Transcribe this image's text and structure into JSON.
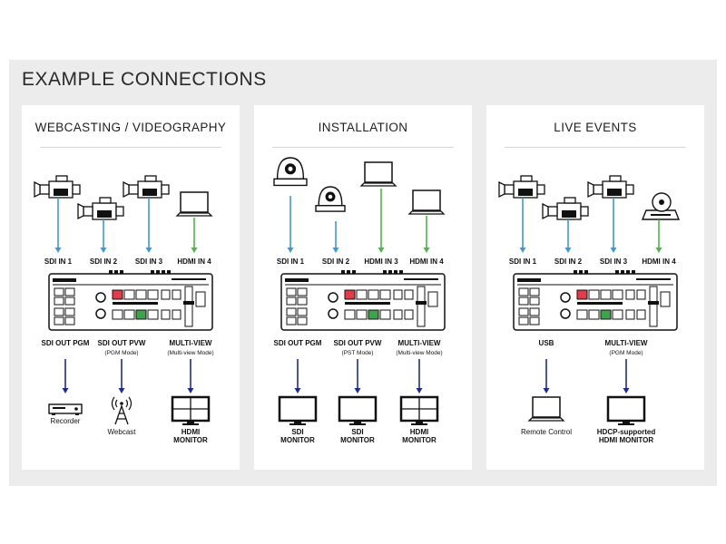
{
  "title": "EXAMPLE CONNECTIONS",
  "colors": {
    "sdi_in": "#3a9ad9",
    "hdmi_in": "#4cb848",
    "output": "#1f2a8c",
    "red": "#e03c4c",
    "green": "#3fa34d"
  },
  "panels": [
    {
      "title": "WEBCASTING / VIDEOGRAPHY",
      "inputs": [
        "SDI IN 1",
        "SDI IN 2",
        "SDI IN 3",
        "HDMI IN 4"
      ],
      "outputs": [
        {
          "label": "SDI OUT PGM",
          "sub": "",
          "device": "Recorder",
          "device2": ""
        },
        {
          "label": "SDI OUT PVW",
          "sub": "(PGM Mode)",
          "device": "Webcast",
          "device2": ""
        },
        {
          "label": "MULTI-VIEW",
          "sub": "(Multi-view Mode)",
          "device": "HDMI",
          "device2": "MONITOR"
        }
      ]
    },
    {
      "title": "INSTALLATION",
      "inputs": [
        "SDI IN 1",
        "SDI IN 2",
        "HDMI IN 3",
        "HDMI IN 4"
      ],
      "outputs": [
        {
          "label": "SDI OUT PGM",
          "sub": "",
          "device": "SDI",
          "device2": "MONITOR"
        },
        {
          "label": "SDI OUT PVW",
          "sub": "(PST Mode)",
          "device": "SDI",
          "device2": "MONITOR"
        },
        {
          "label": "MULTI-VIEW",
          "sub": "(Multi-view Mode)",
          "device": "HDMI",
          "device2": "MONITOR"
        }
      ]
    },
    {
      "title": "LIVE EVENTS",
      "inputs": [
        "SDI IN 1",
        "SDI IN 2",
        "SDI IN 3",
        "HDMI IN 4"
      ],
      "outputs": [
        {
          "label": "USB",
          "sub": "",
          "device": "Remote Control",
          "device2": ""
        },
        {
          "label": "MULTI-VIEW",
          "sub": "(PGM Mode)",
          "device": "HDCP-supported",
          "device2": "HDMI MONITOR"
        }
      ]
    }
  ]
}
